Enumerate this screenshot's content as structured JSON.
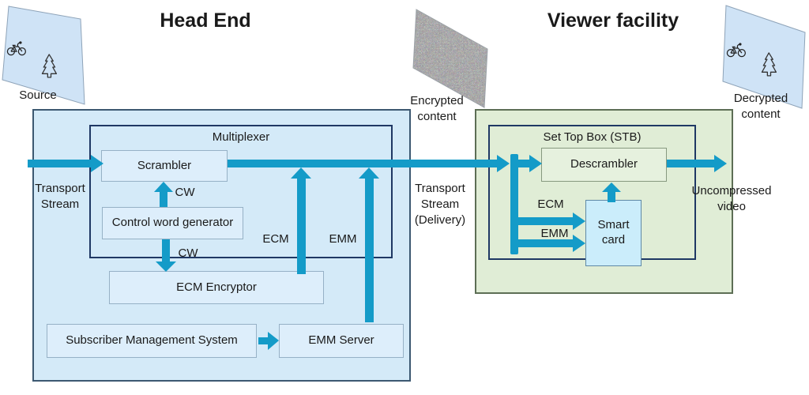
{
  "titles": {
    "head_end": "Head End",
    "viewer_facility": "Viewer facility"
  },
  "screens": {
    "source": {
      "label": "Source",
      "icons": [
        "bicycle-icon",
        "pine-tree-icon"
      ]
    },
    "encrypted": {
      "label": "Encrypted content",
      "texture": "random-noise"
    },
    "decrypted": {
      "label": "Decrypted content",
      "icons": [
        "bicycle-icon",
        "pine-tree-icon"
      ]
    }
  },
  "head_end": {
    "multiplexer_label": "Multiplexer",
    "scrambler_label": "Scrambler",
    "control_word_generator_label": "Control word generator",
    "ecm_encryptor_label": "ECM Encryptor",
    "subscriber_management_system_label": "Subscriber Management System",
    "emm_server_label": "EMM Server",
    "transport_stream_label": "Transport Stream",
    "cw_upper_label": "CW",
    "cw_lower_label": "CW",
    "ecm_label": "ECM",
    "emm_label": "EMM"
  },
  "delivery": {
    "label": "Transport Stream (Delivery)"
  },
  "viewer": {
    "stb_label": "Set Top Box (STB)",
    "descrambler_label": "Descrambler",
    "smart_card_label": "Smart card",
    "ecm_label": "ECM",
    "emm_label": "EMM",
    "output_label": "Uncompressed video"
  },
  "colors": {
    "arrow_teal": "#149bc8",
    "head_end_fill": "#d4eaf8",
    "viewer_fill": "#e0edd6",
    "inner_blue_box_fill": "#ddeefb",
    "smart_card_fill": "#cbedfb",
    "dark_frame_border": "#1f3864",
    "screen_fill": "#cfe3f6"
  }
}
